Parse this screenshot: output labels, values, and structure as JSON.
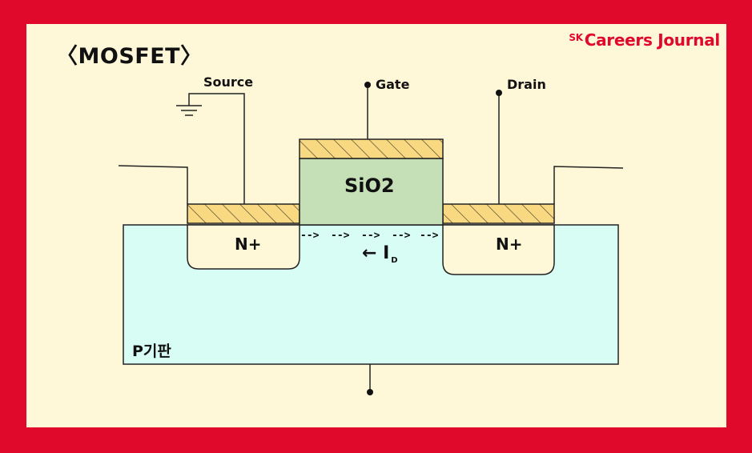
{
  "title": "〈MOSFET〉",
  "brand": {
    "prefix": "SK",
    "name": "Careers Journal"
  },
  "terminals": {
    "source": "Source",
    "gate": "Gate",
    "drain": "Drain"
  },
  "oxide_label": "SiO2",
  "source_region_label": "N+",
  "drain_region_label": "N+",
  "current": {
    "arrow": "←",
    "symbol": "I",
    "subscript": "D"
  },
  "channel_arrows": [
    "-->",
    "-->",
    "-->",
    "-->",
    "-->"
  ],
  "substrate_label": "P기판",
  "colors": {
    "border": "#e0092b",
    "background": "#fef8d8",
    "substrate": "#d8fdf4",
    "oxide": "#c5e0b7",
    "metal_contact": "#f9d882",
    "brand": "#e0092b"
  }
}
